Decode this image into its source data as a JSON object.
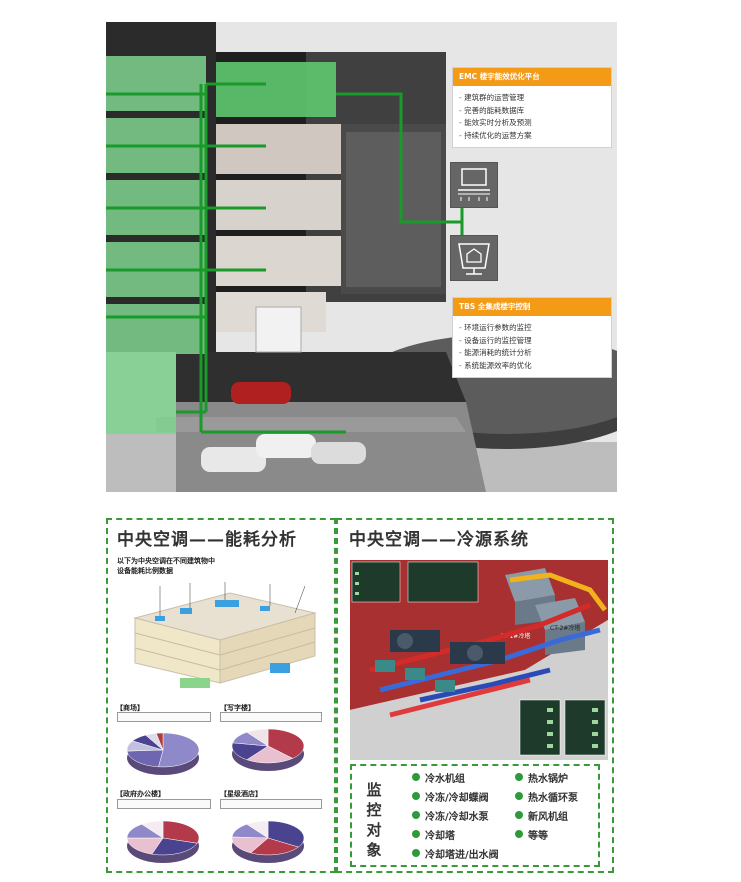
{
  "top": {
    "emc_panel": {
      "title": "EMC 楼宇能效优化平台",
      "items": [
        "建筑群的运营管理",
        "完善的能耗数据库",
        "能效实时分析及预测",
        "持续优化的运营方案"
      ]
    },
    "tbs_panel": {
      "title": "TBS 全集成楼宇控制",
      "items": [
        "环境运行参数的监控",
        "设备运行的监控管理",
        "能源消耗的统计分析",
        "系统能源效率的优化"
      ]
    }
  },
  "energy_analysis": {
    "title": "中央空调——能耗分析",
    "intro": [
      "以下为中央空调在不同建筑物中",
      "设备能耗比例数据"
    ],
    "pies": [
      {
        "label": "【商场】",
        "slices": [
          {
            "value": 52,
            "color": "#8f89c9"
          },
          {
            "value": 22,
            "color": "#6e66b0"
          },
          {
            "value": 10,
            "color": "#c2c0e0"
          },
          {
            "value": 8,
            "color": "#4a4390"
          },
          {
            "value": 5,
            "color": "#dcdcec"
          },
          {
            "value": 3,
            "color": "#b33a3a"
          }
        ]
      },
      {
        "label": "【写字楼】",
        "slices": [
          {
            "value": 38,
            "color": "#b33a4a"
          },
          {
            "value": 22,
            "color": "#e8c0d0"
          },
          {
            "value": 18,
            "color": "#4a4390"
          },
          {
            "value": 12,
            "color": "#8f89c9"
          },
          {
            "value": 10,
            "color": "#f0e4ea"
          }
        ]
      },
      {
        "label": "【政府办公楼】",
        "slices": [
          {
            "value": 30,
            "color": "#b33a4a"
          },
          {
            "value": 25,
            "color": "#4a4390"
          },
          {
            "value": 20,
            "color": "#e8c0d0"
          },
          {
            "value": 15,
            "color": "#8f89c9"
          },
          {
            "value": 10,
            "color": "#f4ecf0"
          }
        ]
      },
      {
        "label": "【星级酒店】",
        "slices": [
          {
            "value": 34,
            "color": "#4a4390"
          },
          {
            "value": 24,
            "color": "#b33a4a"
          },
          {
            "value": 18,
            "color": "#e8c0d0"
          },
          {
            "value": 14,
            "color": "#8f89c9"
          },
          {
            "value": 10,
            "color": "#f4ecf0"
          }
        ]
      }
    ]
  },
  "cold_source": {
    "title": "中央空调——冷源系统",
    "tower_labels": [
      "CT-1#冷塔",
      "CT-2#冷塔"
    ],
    "monitor_label": "监控对象",
    "monitor_items_left": [
      "冷水机组",
      "冷冻/冷却蝶阀",
      "冷冻/冷却水泵",
      "冷却塔",
      "冷却塔进/出水阀"
    ],
    "monitor_items_right": [
      "热水锅炉",
      "热水循环泵",
      "新风机组",
      "等等"
    ]
  },
  "colors": {
    "accent_orange": "#f39a16",
    "accent_green": "#2e9a3a",
    "dashed_border": "#3a9a3a",
    "pipe_red": "#d42a2a",
    "pipe_blue": "#3a6ad8",
    "pipe_yellow": "#f2b21c"
  },
  "icons": [
    "monitor-dashboard-icon",
    "touch-panel-building-icon"
  ]
}
